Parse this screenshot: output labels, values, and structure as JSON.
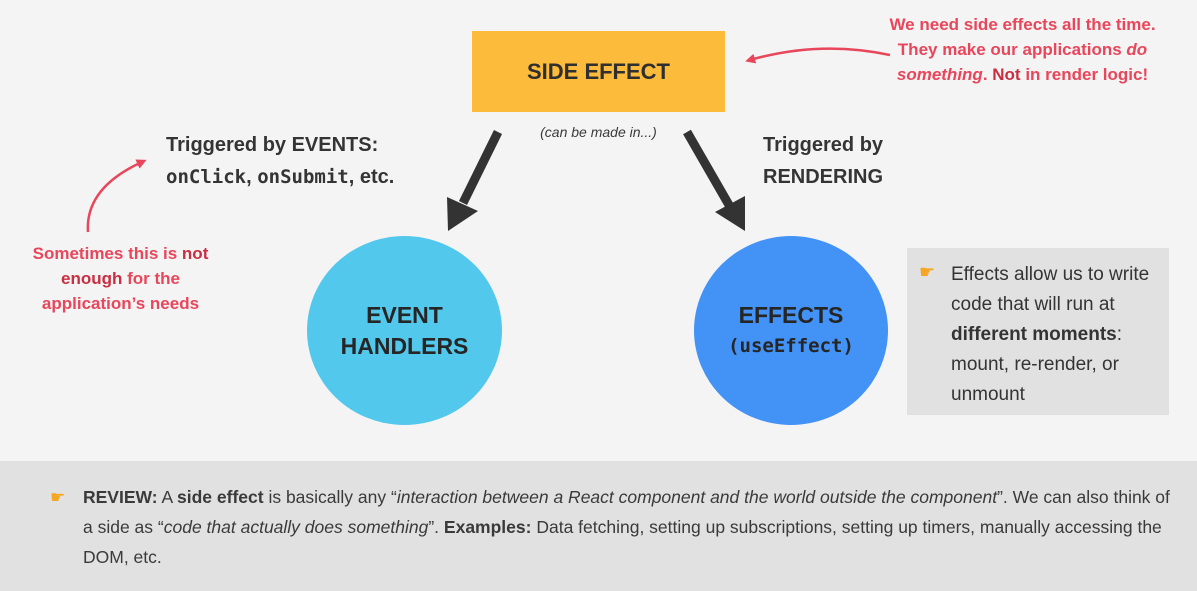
{
  "side_effect_box": {
    "label": "SIDE EFFECT"
  },
  "can_be_made": "(can be made in...)",
  "events_caption": {
    "line1": "Triggered by EVENTS:",
    "code1": "onClick",
    "sep1": ", ",
    "code2": "onSubmit",
    "tail": ", etc."
  },
  "rendering_caption": {
    "line1": "Triggered by",
    "line2": "RENDERING"
  },
  "top_note": {
    "part1": "We need side effects all the time. They make our applications ",
    "italic": "do something",
    "part2": ". ",
    "bold": "Not",
    "part3": " in render logic!"
  },
  "left_note": {
    "part1": "Sometimes this is ",
    "bold": "not enough",
    "part2": " for the application’s needs"
  },
  "event_circle": {
    "line1": "EVENT",
    "line2": "HANDLERS"
  },
  "effects_circle": {
    "line1": "EFFECTS",
    "code": "(useEffect)"
  },
  "effects_box": {
    "part1": "Effects allow us to write code that will run at ",
    "bold": "different moments",
    "part2": ": mount, re-render, or unmount"
  },
  "review": {
    "label": "REVIEW:",
    "t1": " A ",
    "b1": "side effect",
    "t2": " is basically any “",
    "i1": "interaction between a React component and the world outside the component",
    "t3": "”. We can also think of a side as “",
    "i2": "code that actually does something",
    "t4": "”. ",
    "b2": "Examples:",
    "t5": " Data fetching, setting up subscriptions, setting up timers, manually accessing the DOM, etc."
  },
  "icons": {
    "pointer": "pointing-hand-icon"
  },
  "colors": {
    "background": "#f4f4f4",
    "side_effect": "#fcbb3a",
    "event_handlers": "#52c8ec",
    "effects": "#4392f6",
    "note_red": "#e8465b",
    "panel_gray": "#e1e1e1",
    "arrow": "#333333"
  }
}
